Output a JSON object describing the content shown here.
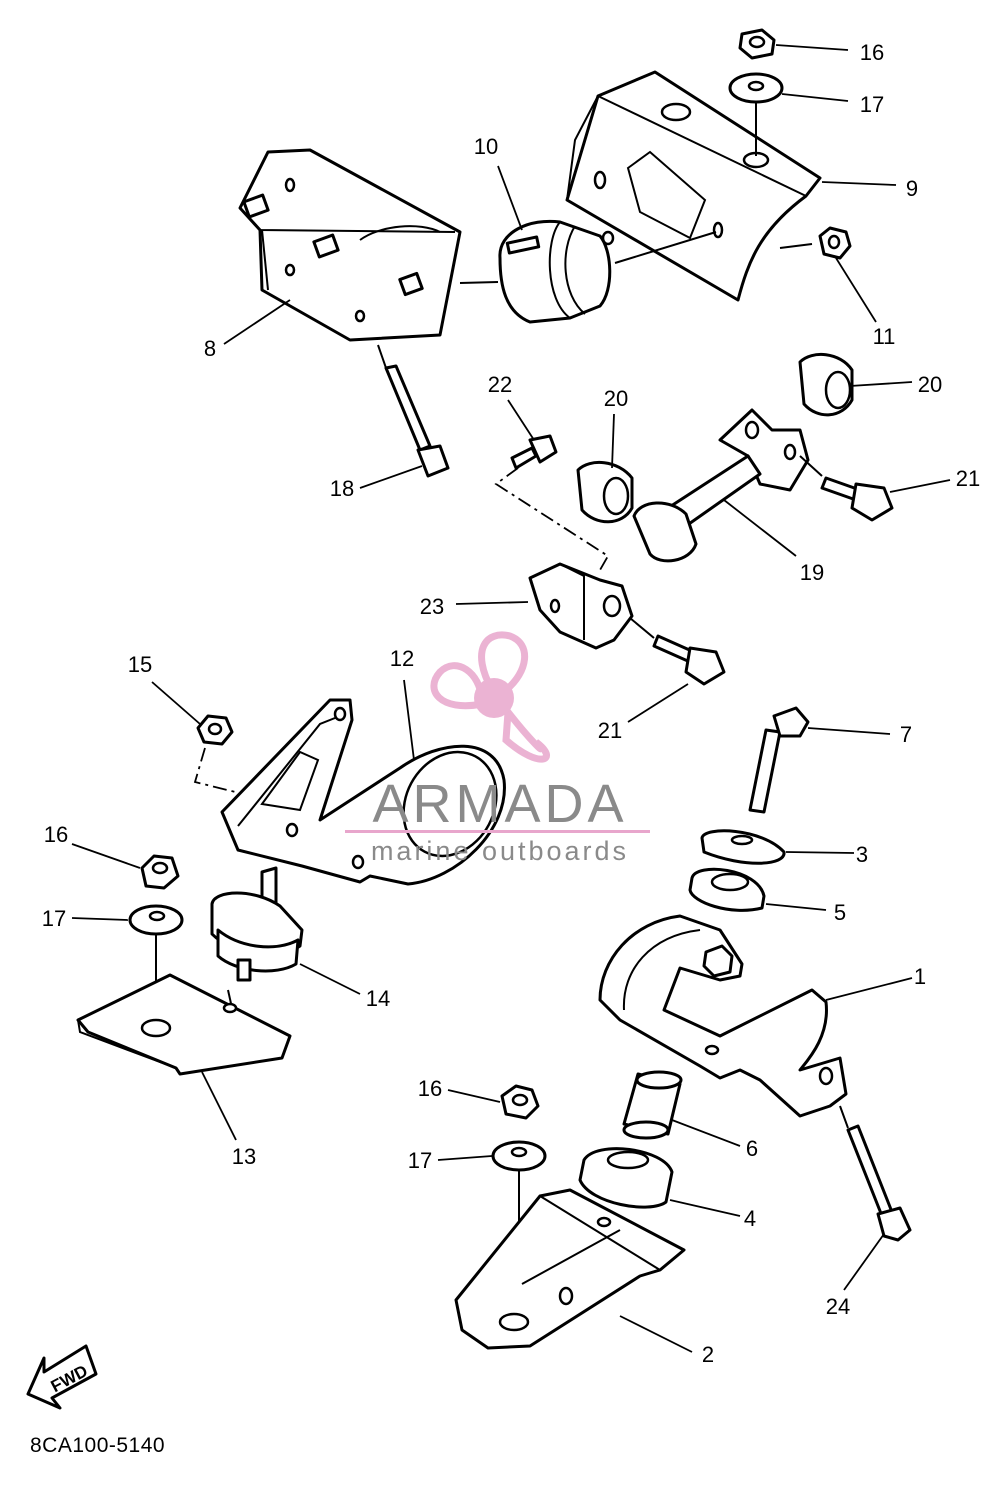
{
  "diagram": {
    "labels": [
      "16",
      "17",
      "9",
      "10",
      "11",
      "8",
      "20",
      "22",
      "20",
      "21",
      "18",
      "19",
      "23",
      "21",
      "15",
      "12",
      "7",
      "16",
      "3",
      "17",
      "5",
      "14",
      "1",
      "13",
      "16",
      "6",
      "17",
      "4",
      "24",
      "2"
    ],
    "fwd_label": "FWD",
    "part_code": "8CA100-5140"
  },
  "watermark": {
    "brand": "ARMADA",
    "tagline": "marine outboards",
    "color": "#e8a6cc",
    "text_color": "#8a8a8a"
  }
}
